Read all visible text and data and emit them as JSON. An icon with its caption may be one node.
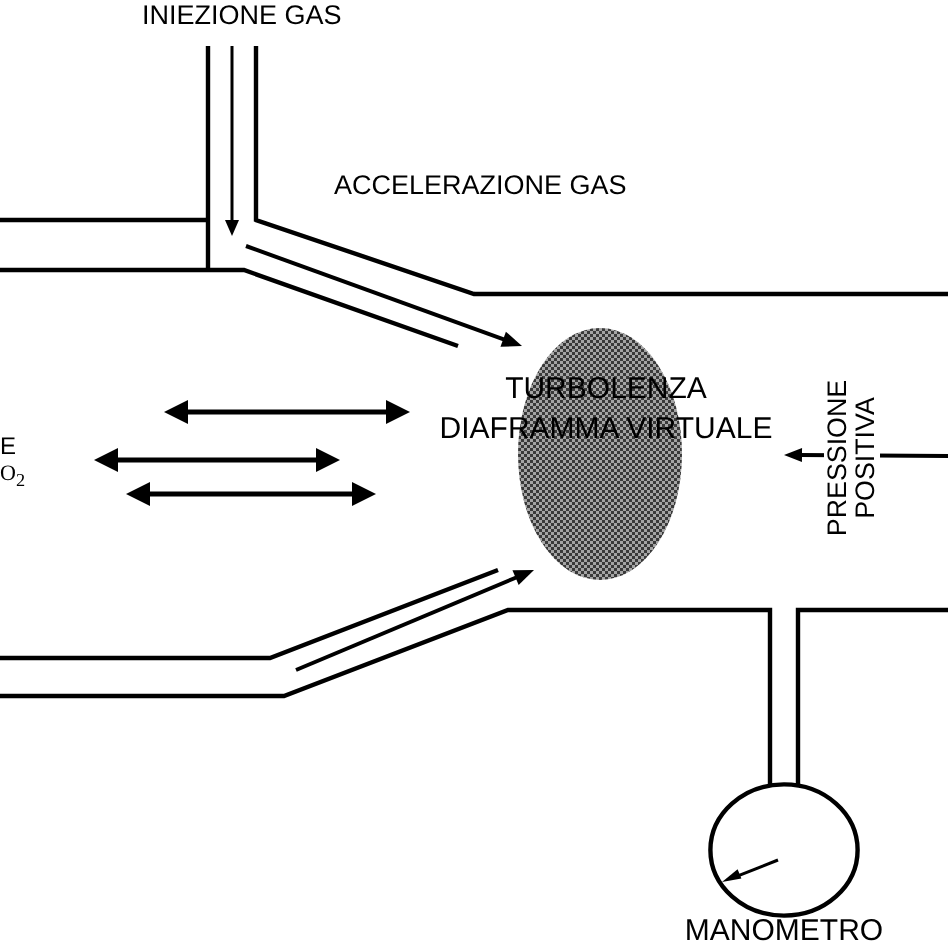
{
  "diagram": {
    "nodes": [
      {
        "text": [
          "TURBOLENZA DIAFRAMMA VIRTUALE"
        ]
      },
      {
        "text": [
          "MANOMETRO"
        ]
      }
    ],
    "labels": [
      "INIEZIONE GAS",
      "ACCELERAZIONE GAS",
      "E",
      "O$_{2}$",
      "PRESSIONE POSITIVA"
    ]
  }
}
